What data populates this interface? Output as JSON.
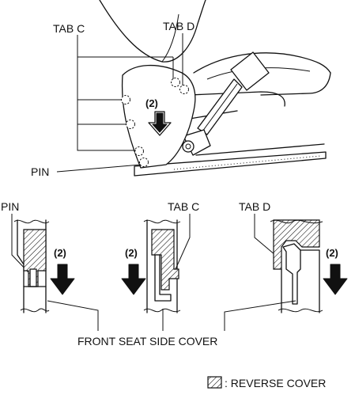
{
  "labels": {
    "tab_c_top": "TAB C",
    "tab_d_top": "TAB D",
    "pin_top": "PIN",
    "step_top": "(2)",
    "pin_bottom": "PIN",
    "tab_c_bottom": "TAB C",
    "tab_d_bottom": "TAB D",
    "step_left": "(2)",
    "step_middle": "(2)",
    "step_right": "(2)",
    "front_seat_side_cover": "FRONT SEAT SIDE COVER",
    "legend_reverse_cover": ": REVERSE COVER"
  }
}
